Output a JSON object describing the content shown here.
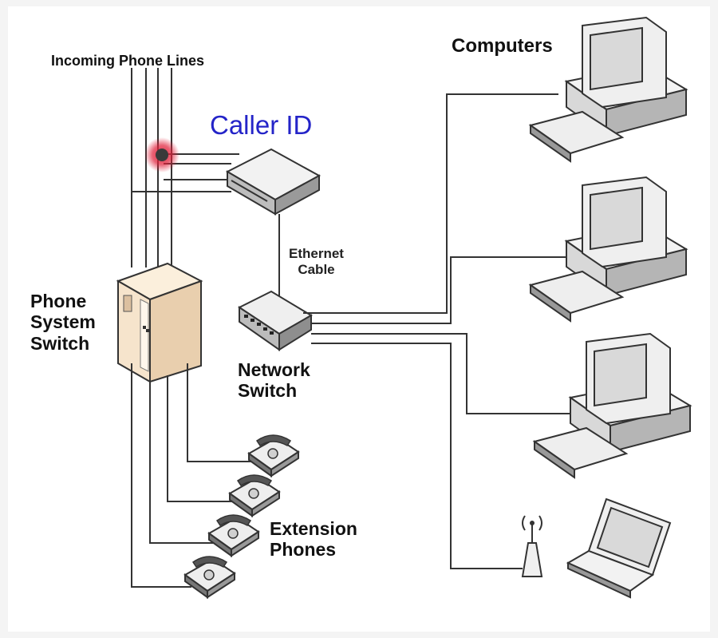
{
  "labels": {
    "incoming_phone_lines": "Incoming Phone Lines",
    "caller_id": "Caller ID",
    "computers": "Computers",
    "ethernet_cable_line1": "Ethernet",
    "ethernet_cable_line2": "Cable",
    "phone_system_switch_line1": "Phone",
    "phone_system_switch_line2": "System",
    "phone_system_switch_line3": "Switch",
    "network_switch_line1": "Network",
    "network_switch_line2": "Switch",
    "extension_phones_line1": "Extension",
    "extension_phones_line2": "Phones"
  },
  "colors": {
    "caller_id_text": "#2424c8",
    "tap_highlight": "#e0203a",
    "wire": "#333333",
    "pbx_body": "#f6e4cc"
  }
}
